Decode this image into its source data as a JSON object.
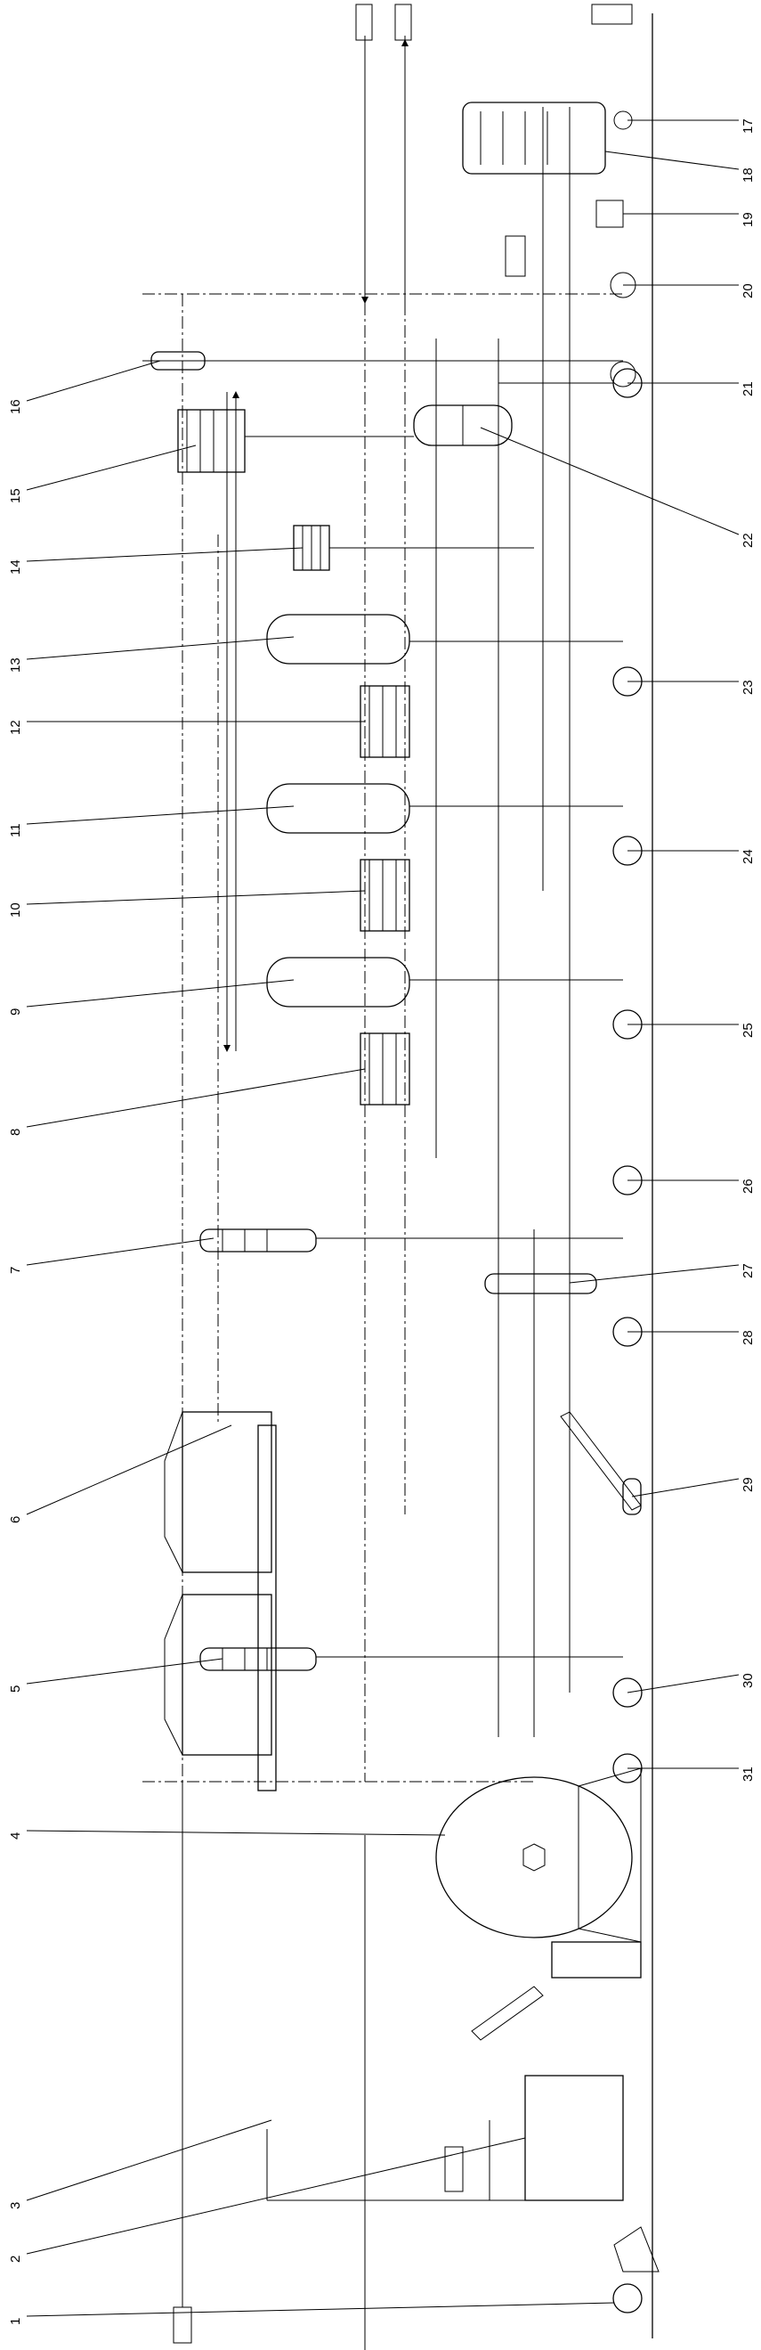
{
  "diagram": {
    "callouts": [
      "1",
      "2",
      "3",
      "4",
      "5",
      "6",
      "7",
      "8",
      "9",
      "10",
      "11",
      "12",
      "13",
      "14",
      "15",
      "16",
      "17",
      "18",
      "19",
      "20",
      "21",
      "22",
      "23",
      "24",
      "25",
      "26",
      "27",
      "28",
      "29",
      "30",
      "31"
    ],
    "colors": {
      "line": "#000000",
      "background": "#ffffff"
    }
  }
}
